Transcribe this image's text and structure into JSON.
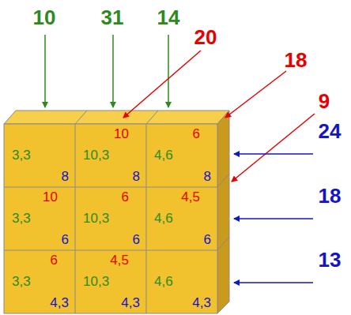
{
  "diagram": {
    "nodes": [
      {
        "text": [
          "3,3",
          "8"
        ]
      },
      {
        "text": [
          "10",
          "10,3",
          "8"
        ]
      },
      {
        "text": [
          "6",
          "4,6",
          "8"
        ]
      },
      {
        "text": [
          "10",
          "3,3",
          "6"
        ]
      },
      {
        "text": [
          "6",
          "10,3",
          "6"
        ]
      },
      {
        "text": [
          "4,5",
          "4,6",
          "6"
        ]
      },
      {
        "text": [
          "6",
          "3,3",
          "4,3"
        ]
      },
      {
        "text": [
          "4,5",
          "10,3",
          "4,3"
        ]
      },
      {
        "text": [
          "4,6",
          "4,3"
        ]
      }
    ],
    "labels": [
      "10",
      "31",
      "14",
      "20",
      "18",
      "9",
      "24",
      "18",
      "13"
    ]
  }
}
